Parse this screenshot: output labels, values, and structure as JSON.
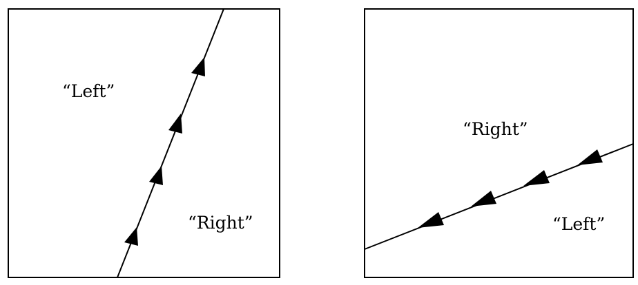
{
  "panels": [
    {
      "left_label": "“Left”",
      "right_label": "“Right”",
      "arrow_count": 4
    },
    {
      "left_label": "“Left”",
      "right_label": "“Right”",
      "arrow_count": 4
    }
  ],
  "colors": {
    "stroke": "#000000",
    "background": "#ffffff"
  }
}
